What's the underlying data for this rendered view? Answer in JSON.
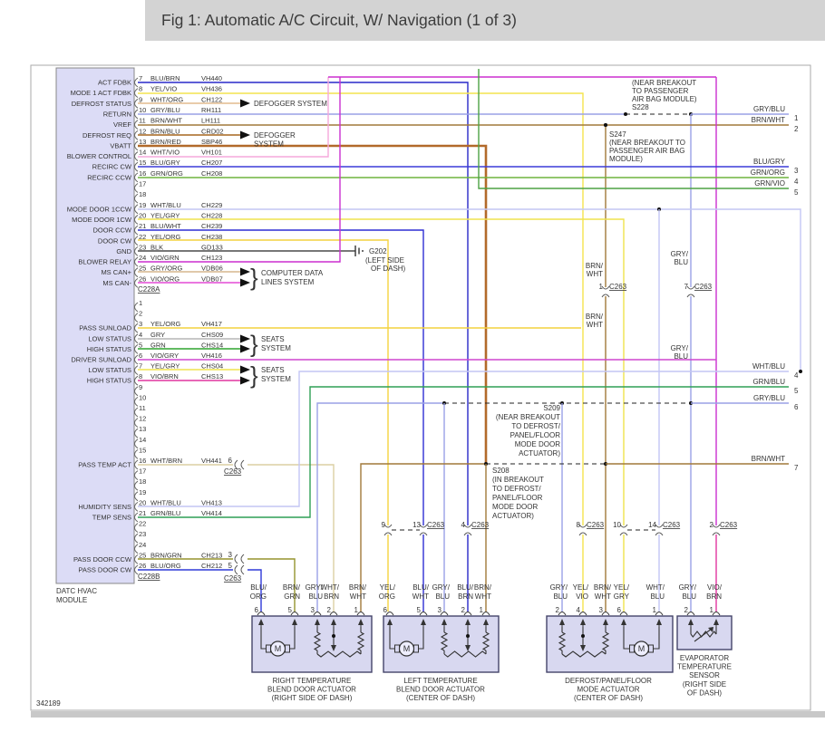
{
  "title": "Fig 1: Automatic A/C Circuit, W/ Navigation (1 of 3)",
  "figure_number": "342189",
  "connector_c263": "C263",
  "module": {
    "label_lines": [
      "DATC HVAC",
      "MODULE"
    ],
    "connector_a": "C228A",
    "connector_b": "C228B",
    "pins_a": [
      {
        "pin": "7",
        "signal": "ACT FDBK",
        "color": "BLU/BRN",
        "circuit": "VH440"
      },
      {
        "pin": "8",
        "signal": "MODE 1 ACT FDBK",
        "color": "YEL/VIO",
        "circuit": "VH436"
      },
      {
        "pin": "9",
        "signal": "DEFROST STATUS",
        "color": "WHT/ORG",
        "circuit": "CH122"
      },
      {
        "pin": "10",
        "signal": "RETURN",
        "color": "GRY/BLU",
        "circuit": "RH111"
      },
      {
        "pin": "11",
        "signal": "VREF",
        "color": "BRN/WHT",
        "circuit": "LH111"
      },
      {
        "pin": "12",
        "signal": "DEFROST REQ",
        "color": "BRN/BLU",
        "circuit": "CRD02"
      },
      {
        "pin": "13",
        "signal": "VBATT",
        "color": "BRN/RED",
        "circuit": "SBP46"
      },
      {
        "pin": "14",
        "signal": "BLOWER CONTROL",
        "color": "WHT/VIO",
        "circuit": "VH101"
      },
      {
        "pin": "15",
        "signal": "RECIRC CW",
        "color": "BLU/GRY",
        "circuit": "CH207"
      },
      {
        "pin": "16",
        "signal": "RECIRC CCW",
        "color": "GRN/ORG",
        "circuit": "CH208"
      },
      {
        "pin": "17"
      },
      {
        "pin": "18"
      },
      {
        "pin": "19",
        "signal": "MODE DOOR 1CCW",
        "color": "WHT/BLU",
        "circuit": "CH229"
      },
      {
        "pin": "20",
        "signal": "MODE DOOR 1CW",
        "color": "YEL/GRY",
        "circuit": "CH228"
      },
      {
        "pin": "21",
        "signal": "DOOR CCW",
        "color": "BLU/WHT",
        "circuit": "CH239"
      },
      {
        "pin": "22",
        "signal": "DOOR CW",
        "color": "YEL/ORG",
        "circuit": "CH238"
      },
      {
        "pin": "23",
        "signal": "GND",
        "color": "BLK",
        "circuit": "GD133"
      },
      {
        "pin": "24",
        "signal": "BLOWER RELAY",
        "color": "VIO/GRN",
        "circuit": "CH123"
      },
      {
        "pin": "25",
        "signal": "MS CAN+",
        "color": "GRY/ORG",
        "circuit": "VDB06"
      },
      {
        "pin": "26",
        "signal": "MS CAN-",
        "color": "VIO/ORG",
        "circuit": "VDB07"
      }
    ],
    "pins_b": [
      {
        "pin": "1"
      },
      {
        "pin": "2"
      },
      {
        "pin": "3",
        "signal": "PASS SUNLOAD",
        "color": "YEL/ORG",
        "circuit": "VH417"
      },
      {
        "pin": "4",
        "signal": "LOW STATUS",
        "color": "GRY",
        "circuit": "CHS09"
      },
      {
        "pin": "5",
        "signal": "HIGH STATUS",
        "color": "GRN",
        "circuit": "CHS14"
      },
      {
        "pin": "6",
        "signal": "DRIVER SUNLOAD",
        "color": "VIO/GRY",
        "circuit": "VH416"
      },
      {
        "pin": "7",
        "signal": "LOW STATUS",
        "color": "YEL/GRY",
        "circuit": "CHS04"
      },
      {
        "pin": "8",
        "signal": "HIGH STATUS",
        "color": "VIO/BRN",
        "circuit": "CHS13"
      },
      {
        "pin": "9"
      },
      {
        "pin": "10"
      },
      {
        "pin": "11"
      },
      {
        "pin": "12"
      },
      {
        "pin": "13"
      },
      {
        "pin": "14"
      },
      {
        "pin": "15"
      },
      {
        "pin": "16",
        "signal": "PASS TEMP ACT",
        "color": "WHT/BRN",
        "circuit": "VH441"
      },
      {
        "pin": "17"
      },
      {
        "pin": "18"
      },
      {
        "pin": "19"
      },
      {
        "pin": "20",
        "signal": "HUMIDITY SENS",
        "color": "WHT/BLU",
        "circuit": "VH413"
      },
      {
        "pin": "21",
        "signal": "TEMP SENS",
        "color": "GRN/BLU",
        "circuit": "VH414"
      },
      {
        "pin": "22"
      },
      {
        "pin": "23"
      },
      {
        "pin": "24"
      },
      {
        "pin": "25",
        "signal": "PASS DOOR CCW",
        "color": "BRN/GRN",
        "circuit": "CH213"
      },
      {
        "pin": "26",
        "signal": "PASS DOOR CW",
        "color": "BLU/ORG",
        "circuit": "CH212"
      }
    ]
  },
  "systems": {
    "defogger_a": "DEFOGGER SYSTEM",
    "defogger_b": [
      "DEFOGGER",
      "SYSTEM"
    ],
    "computer": [
      "COMPUTER DATA",
      "LINES SYSTEM"
    ],
    "seats": [
      "SEATS",
      "SYSTEM"
    ]
  },
  "ground": {
    "id": "G202",
    "loc": [
      "(LEFT SIDE",
      "OF DASH)"
    ]
  },
  "splices": {
    "s228": [
      "(NEAR BREAKOUT",
      "TO PASSENGER",
      "AIR BAG MODULE)",
      "S228"
    ],
    "s247": [
      "S247",
      "(NEAR BREAKOUT TO",
      "PASSENGER AIR BAG",
      "MODULE)"
    ],
    "s209": [
      "S209",
      "(NEAR BREAKOUT",
      "TO DEFROST/",
      "PANEL/FLOOR",
      "MODE DOOR",
      "ACTUATOR)"
    ],
    "s208": [
      "S208",
      "(IN BREAKOUT",
      "TO DEFROST/",
      "PANEL/FLOOR",
      "MODE DOOR",
      "ACTUATOR)"
    ]
  },
  "edge_refs": [
    {
      "label": "GRY/BLU",
      "num": "1"
    },
    {
      "label": "BRN/WHT",
      "num": "2"
    },
    {
      "label": "BLU/GRY",
      "num": "3"
    },
    {
      "label": "GRN/ORG",
      "num": "4"
    },
    {
      "label": "GRN/VIO",
      "num": "5"
    },
    {
      "label": "WHT/BLU",
      "num": "4"
    },
    {
      "label": "GRN/BLU",
      "num": "5"
    },
    {
      "label": "GRY/BLU",
      "num": "6"
    },
    {
      "label": "BRN/WHT",
      "num": "7"
    }
  ],
  "mid_wire_labels": {
    "brn_wht": [
      "BRN/",
      "WHT"
    ],
    "gry_blu": [
      "GRY/",
      "BLU"
    ]
  },
  "c263_mid": [
    {
      "pin": "1"
    },
    {
      "pin": "7"
    }
  ],
  "c263_row": [
    {
      "pin": "9",
      "show": false
    },
    {
      "pin": "13",
      "show": true
    },
    {
      "pin": "4",
      "show": true
    },
    {
      "pin": "8",
      "show": true
    },
    {
      "pin": "10",
      "show": false
    },
    {
      "pin": "14",
      "show": true
    },
    {
      "pin": "2",
      "show": true
    }
  ],
  "c263_inline": [
    {
      "pin": "6"
    },
    {
      "pin": "3"
    },
    {
      "pin": "5"
    }
  ],
  "actuators": [
    {
      "name_lines": [
        "RIGHT TEMPERATURE",
        "BLEND DOOR ACTUATOR",
        "(RIGHT SIDE OF DASH)"
      ],
      "pins": [
        {
          "num": "6",
          "wire": [
            "BLU/",
            "ORG"
          ]
        },
        {
          "num": "5",
          "wire": [
            "BRN/",
            "GRN"
          ]
        },
        {
          "num": "3",
          "wire": [
            "GRY/",
            "BLU"
          ]
        },
        {
          "num": "2",
          "wire": [
            "WHT/",
            "BRN"
          ]
        },
        {
          "num": "1",
          "wire": [
            "BRN/",
            "WHT"
          ]
        }
      ]
    },
    {
      "name_lines": [
        "LEFT TEMPERATURE",
        "BLEND DOOR ACTUATOR",
        "(CENTER OF DASH)"
      ],
      "pins": [
        {
          "num": "6",
          "wire": [
            "YEL/",
            "ORG"
          ]
        },
        {
          "num": "5",
          "wire": [
            "BLU/",
            "WHT"
          ]
        },
        {
          "num": "3",
          "wire": [
            "GRY/",
            "BLU"
          ]
        },
        {
          "num": "2",
          "wire": [
            "BLU/",
            "BRN"
          ]
        },
        {
          "num": "1",
          "wire": [
            "BRN/",
            "WHT"
          ]
        }
      ]
    },
    {
      "name_lines": [
        "DEFROST/PANEL/FLOOR",
        "MODE ACTUATOR",
        "(CENTER OF DASH)"
      ],
      "pins": [
        {
          "num": "2",
          "wire": [
            "GRY/",
            "BLU"
          ]
        },
        {
          "num": "4",
          "wire": [
            "YEL/",
            "VIO"
          ]
        },
        {
          "num": "3",
          "wire": [
            "BRN/",
            "WHT"
          ]
        },
        {
          "num": "6",
          "wire": [
            "YEL/",
            "GRY"
          ]
        },
        {
          "num": "1",
          "wire": [
            "WHT/",
            "BLU"
          ]
        }
      ]
    },
    {
      "name_lines": [
        "EVAPORATOR",
        "TEMPERATURE",
        "SENSOR",
        "(RIGHT SIDE",
        "OF DASH)"
      ],
      "pins": [
        {
          "num": "2",
          "wire": [
            "GRY/",
            "BLU"
          ]
        },
        {
          "num": "1",
          "wire": [
            "VIO/",
            "BRN"
          ]
        }
      ]
    }
  ],
  "colors": {
    "bluBrn": "#2929c8",
    "yelVio": "#f4e44e",
    "whtOrg": "#e2bb8e",
    "gryBlu": "#9aa1e6",
    "brnWht": "#a1793a",
    "brnBlu": "#a5661f",
    "brnRed": "#b26a2a",
    "whtVio": "#f6a8dc",
    "bluGry": "#3b3bd8",
    "grnOrg": "#6fb43e",
    "grnVio": "#4da244",
    "whtBlu": "#c3c6f4",
    "yelGry": "#efe34e",
    "bluWht": "#2f2fd4",
    "yelOrg": "#f4d23e",
    "blk": "#4a4a4a",
    "vioGrn": "#cb2fcf",
    "gryOrg": "#d6b78e",
    "vioOrg": "#e44ad6",
    "gry": "#b5b5b5",
    "grn": "#2fa32f",
    "vioGry": "#cf46cf",
    "vioBrn": "#e0359f",
    "whtBrn": "#dccfa4",
    "grnBlu": "#2f9f55",
    "brnGrn": "#95942d",
    "bluOrg": "#2f3ad8"
  }
}
